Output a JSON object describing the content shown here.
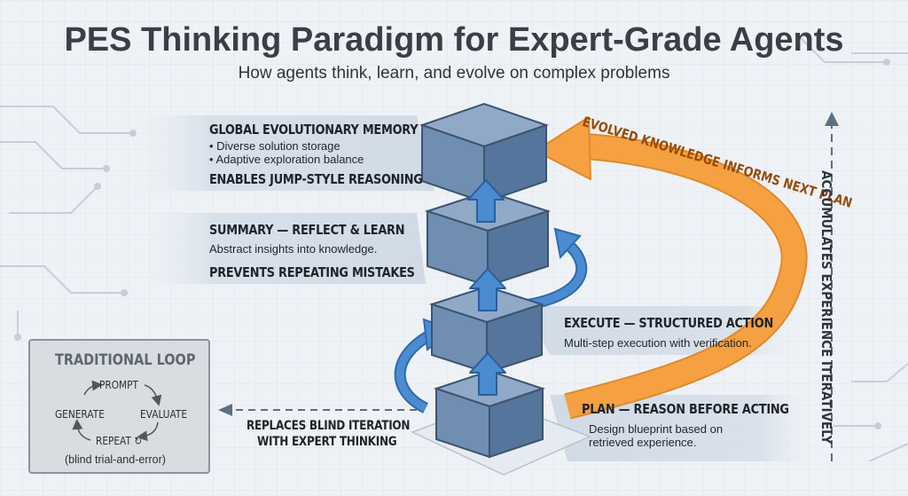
{
  "header": {
    "title": "PES Thinking Paradigm for Expert-Grade Agents",
    "subtitle": "How agents think, learn, and evolve on complex problems"
  },
  "stages": {
    "memory": {
      "title": "GLOBAL EVOLUTIONARY MEMORY",
      "bullet_1": "• Diverse solution storage",
      "bullet_2": "• Adaptive exploration balance",
      "tagline": "ENABLES JUMP-STYLE REASONING"
    },
    "summary": {
      "title": "SUMMARY — REFLECT & LEARN",
      "description": "Abstract insights into knowledge.",
      "tagline": "PREVENTS REPEATING MISTAKES"
    },
    "execute": {
      "title": "EXECUTE — STRUCTURED ACTION",
      "description": "Multi-step execution with verification."
    },
    "plan": {
      "title": "PLAN — REASON BEFORE ACTING",
      "description_1": "Design blueprint based on",
      "description_2": "retrieved experience."
    }
  },
  "feedback_arrow_label": "EVOLVED KNOWLEDGE INFORMS NEXT PLAN",
  "side_axis_label": "ACCUMULATES EXPERIENCE ITERATIVELY",
  "traditional_loop": {
    "title": "TRADITIONAL LOOP",
    "steps": {
      "prompt": "PROMPT",
      "evaluate": "EVALUATE",
      "repeat": "REPEAT ↻",
      "generate": "GENERATE"
    },
    "note": "(blind trial-and-error)"
  },
  "replace_label": {
    "line_1": "REPLACES BLIND ITERATION",
    "line_2": "WITH EXPERT THINKING"
  },
  "colors": {
    "cube_top": "#8fa9c6",
    "cube_left": "#6f8eb2",
    "cube_right": "#56759c",
    "blue_arrow": "#3f7fc4",
    "orange_arrow": "#f5a041",
    "panel": "#d5dee8",
    "text_dark": "#1f2329"
  }
}
